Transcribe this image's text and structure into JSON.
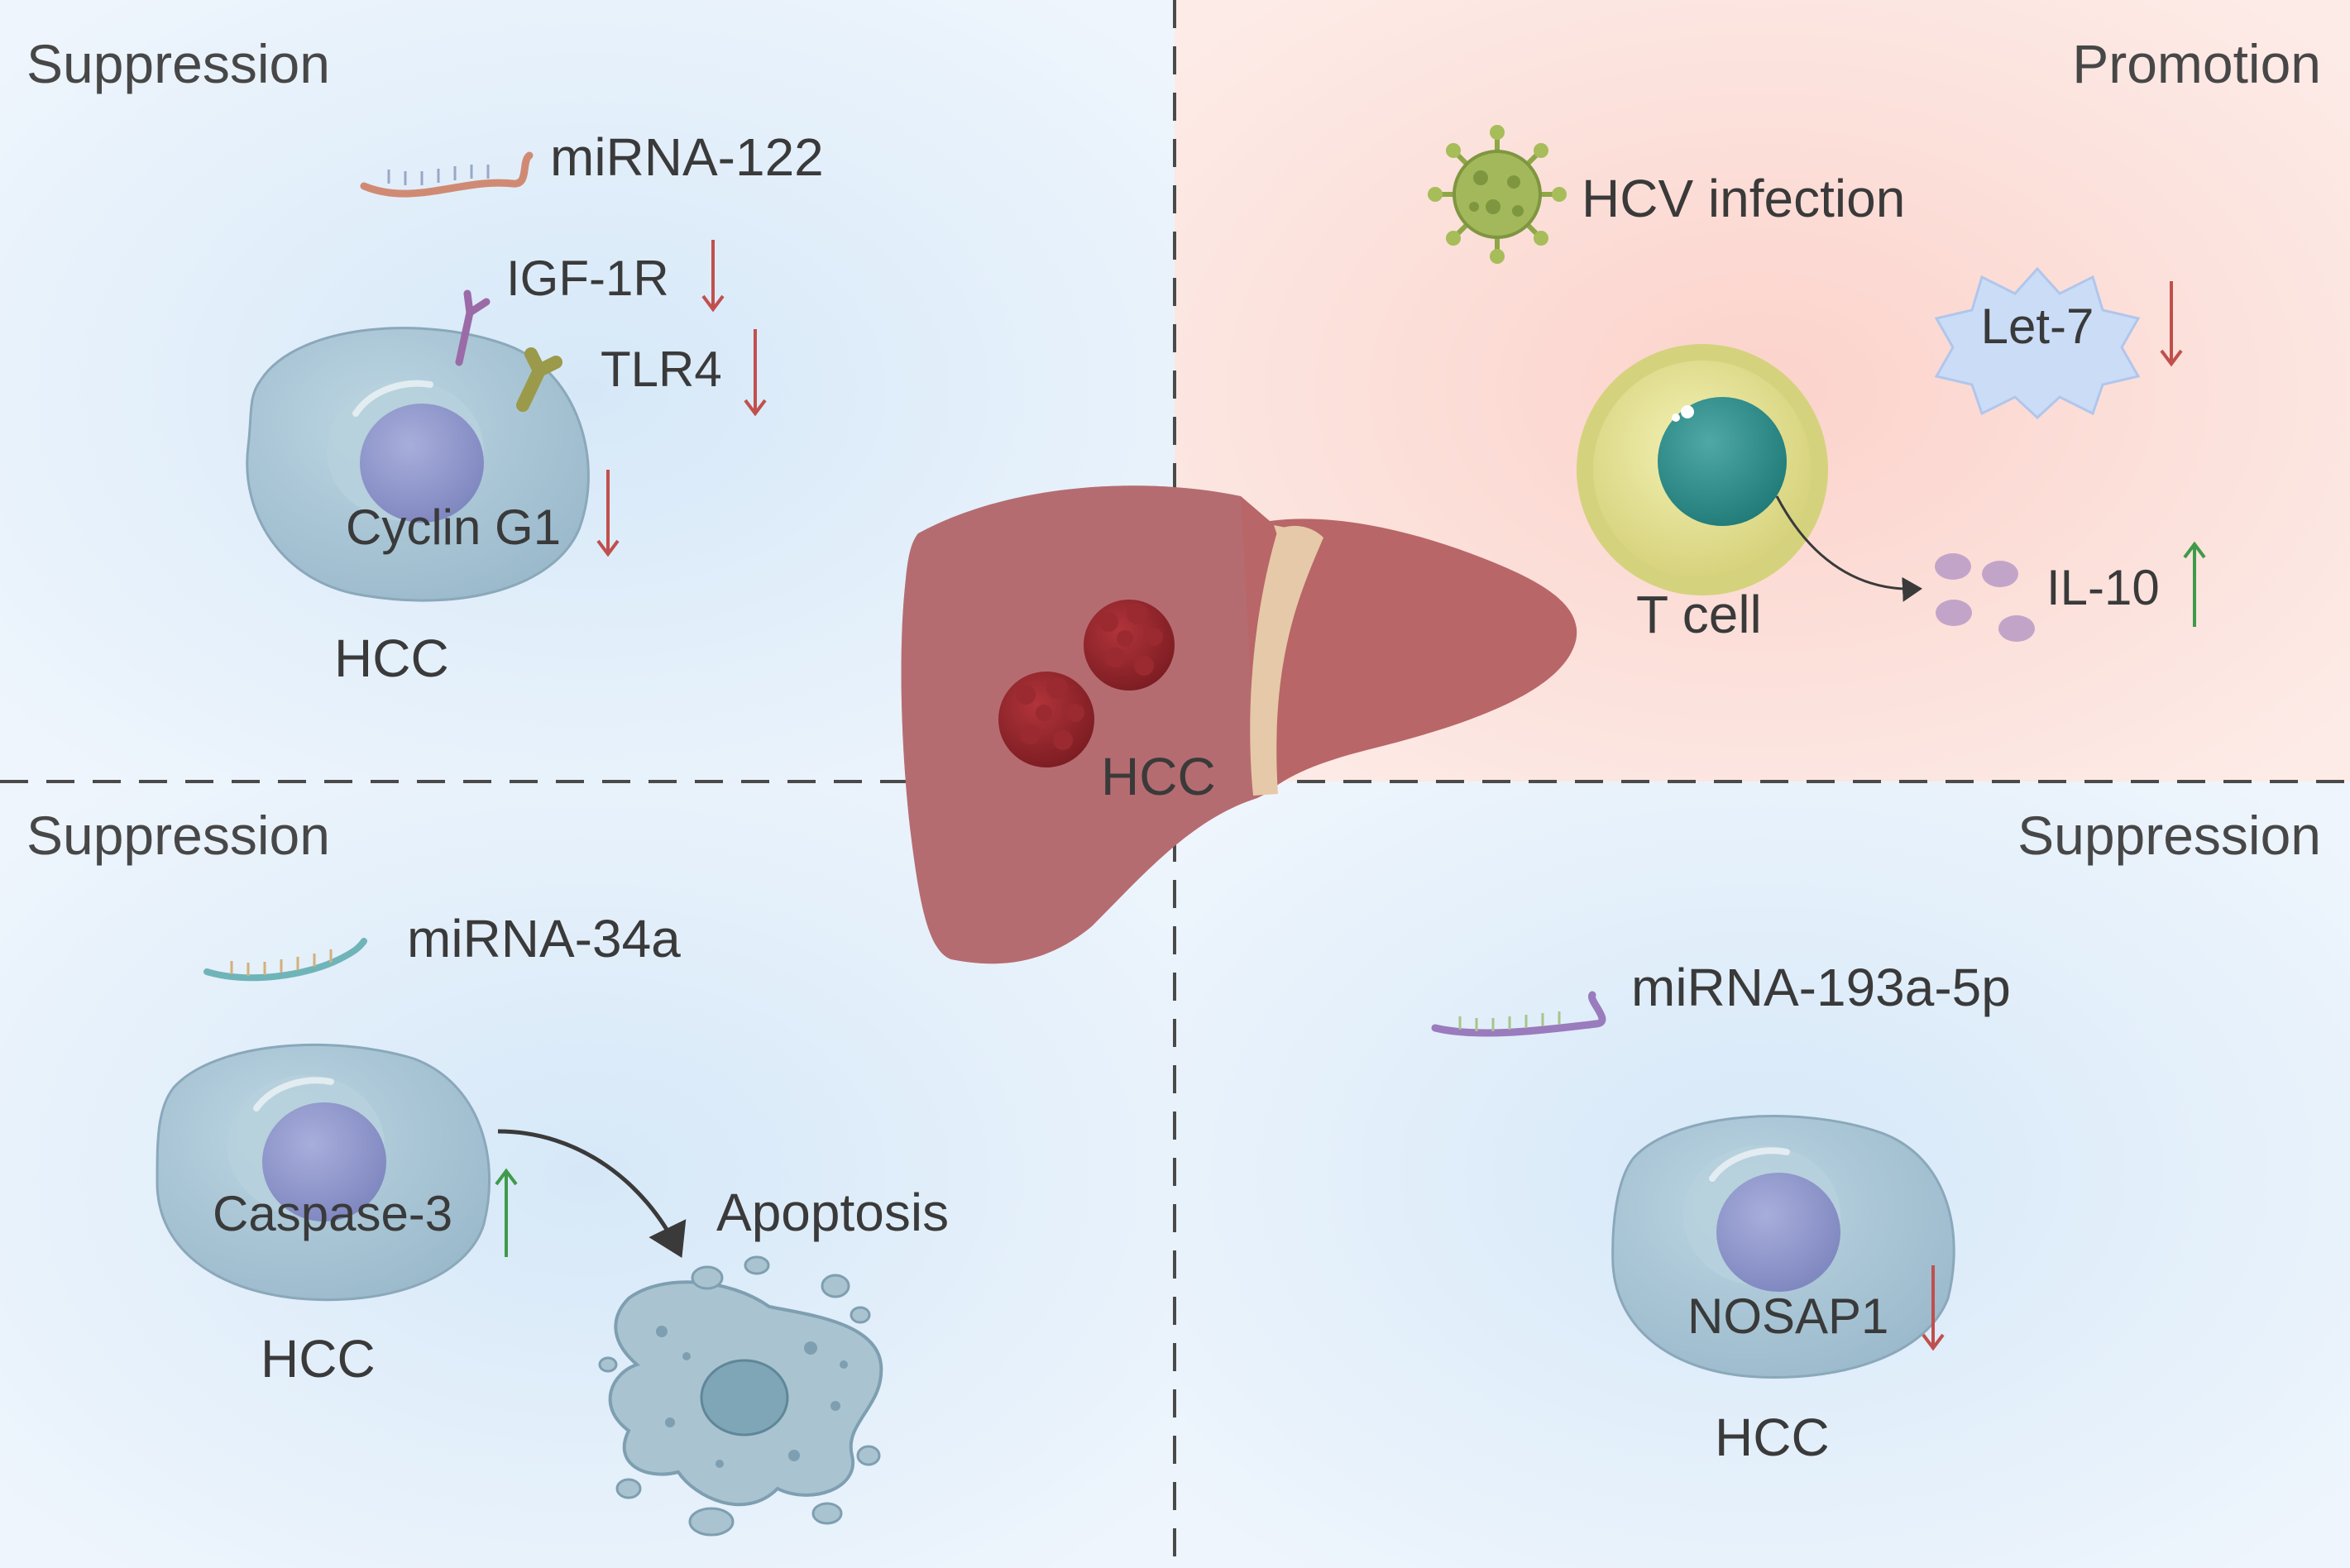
{
  "quadrants": {
    "top_left": {
      "title": "Suppression",
      "mirna": "miRNA-122",
      "targets": [
        {
          "label": "IGF-1R",
          "direction": "down"
        },
        {
          "label": "TLR4",
          "direction": "down"
        },
        {
          "label": "Cyclin G1",
          "direction": "down"
        }
      ],
      "cell_label": "HCC"
    },
    "top_right": {
      "title": "Promotion",
      "trigger": "HCV infection",
      "mirna": "Let-7",
      "mirna_direction": "down",
      "cell_label": "T cell",
      "cytokine": "IL-10",
      "cytokine_direction": "up"
    },
    "bottom_left": {
      "title": "Suppression",
      "mirna": "miRNA-34a",
      "target": "Caspase-3",
      "target_direction": "up",
      "cell_label": "HCC",
      "outcome": "Apoptosis"
    },
    "bottom_right": {
      "title": "Suppression",
      "mirna": "miRNA-193a-5p",
      "target": "NOSAP1",
      "target_direction": "down",
      "cell_label": "HCC"
    }
  },
  "center": {
    "label": "HCC"
  },
  "colors": {
    "suppression_bg": "#dcebf8",
    "promotion_bg": "#fbdcd6",
    "down_arrow": "#c0504d",
    "up_arrow": "#3f9a4a",
    "cell_body": "#a9c6d6",
    "nucleus": "#8f97c9",
    "liver": "#b96668"
  }
}
